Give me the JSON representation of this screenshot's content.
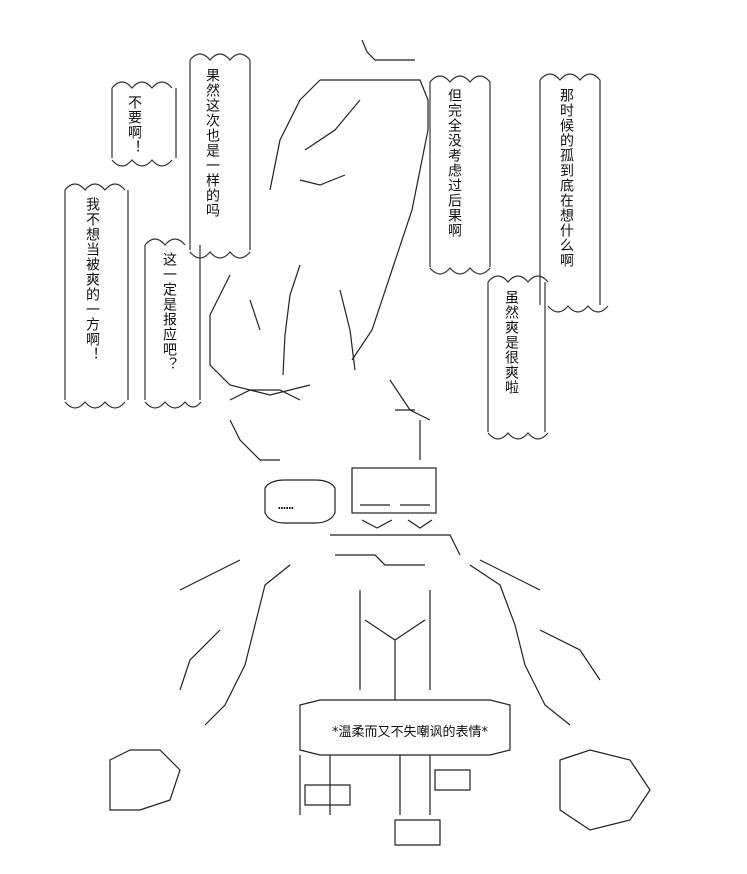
{
  "bubbles": {
    "top_left_small": "不要啊！",
    "left_tall": "我不想当被爽的一方啊！",
    "left_mid": "这一定是报应吧？",
    "left_top": "果然这次也是一样的吗",
    "center": "但完全没考虑过后果啊",
    "right_center": "虽然爽是很爽啦",
    "right_top": "那时候的孤到底在想什么啊"
  },
  "caption": "*温柔而又不失嘲讽的表情*",
  "ellipsis": "……"
}
